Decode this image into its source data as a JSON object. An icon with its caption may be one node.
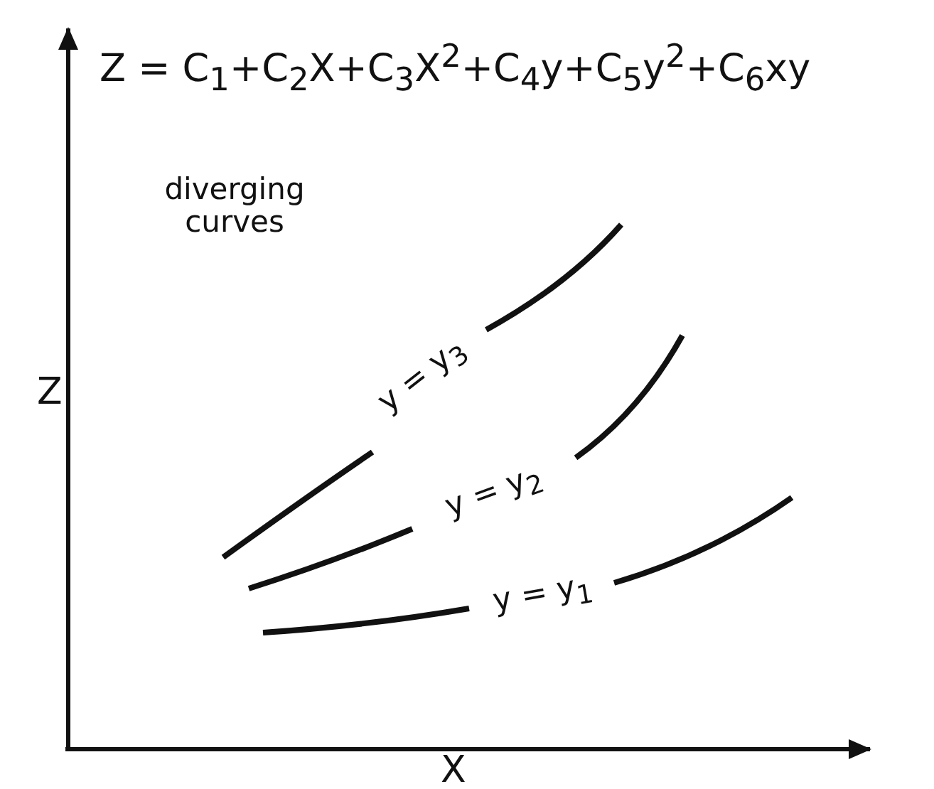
{
  "diagram": {
    "labels": [
      "Z = C$_{1}$+C$_{2}$X+C$_{3}$X$^{2}$+C$_{4}$y+C$_{5}$y$^{2}$+C$_{6}$xy",
      "diverging curves",
      "Z",
      "y = y$_{3}$",
      "y = y$_{2}$",
      "y = y$_{1}$",
      "X"
    ]
  }
}
